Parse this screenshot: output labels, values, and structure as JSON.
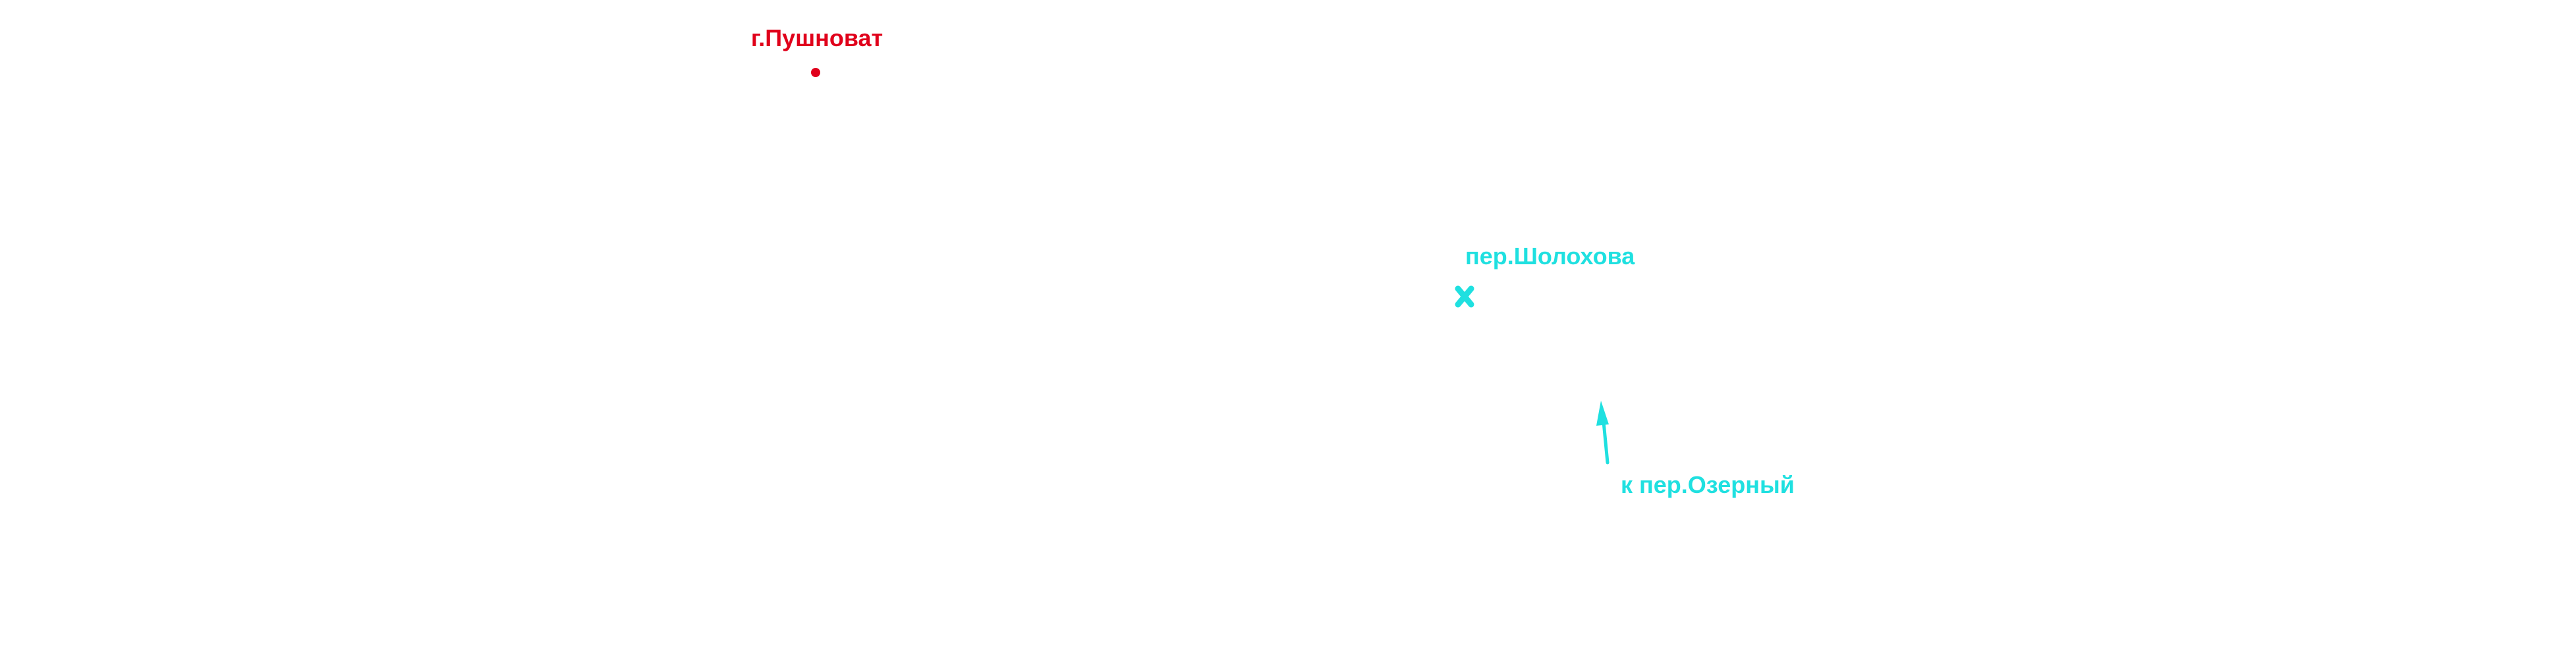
{
  "map": {
    "colors": {
      "background": "#ffffff",
      "mountain": "#e0001b",
      "street": "#1fe0e0"
    },
    "mountain": {
      "label": "г.Пушноват",
      "marker": "dot"
    },
    "street_point": {
      "label": "пер.Шолохова",
      "marker": "cross-icon"
    },
    "direction": {
      "label": "к пер.Озерный",
      "marker": "arrow-up-icon"
    }
  }
}
